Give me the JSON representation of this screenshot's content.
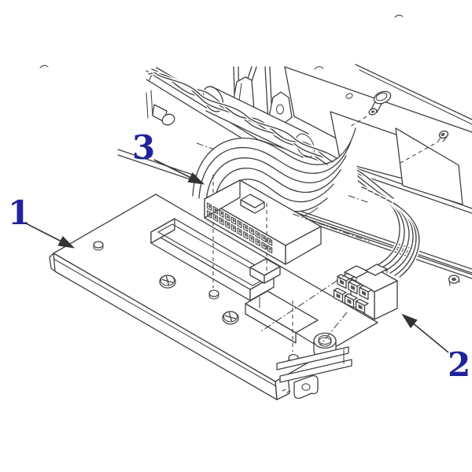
{
  "figure": {
    "kind": "exploded parts line-drawing",
    "parts_shown": [
      "printhead-assembly",
      "power-connector",
      "ribbon-cable-connector"
    ]
  },
  "callouts": [
    {
      "id": "callout-1",
      "label": "1"
    },
    {
      "id": "callout-2",
      "label": "2"
    },
    {
      "id": "callout-3",
      "label": "3"
    }
  ],
  "colors": {
    "background": "#ffffff",
    "fill": "#ffffff",
    "line": "#414141",
    "label": "#20249b",
    "arrow": "#333333",
    "pin-dark": "#555555"
  },
  "connectors": {
    "ribbon": {
      "pin_rows": 2,
      "pin_cols": 11
    },
    "power": {
      "pin_rows": 2,
      "pin_cols": 3
    }
  }
}
